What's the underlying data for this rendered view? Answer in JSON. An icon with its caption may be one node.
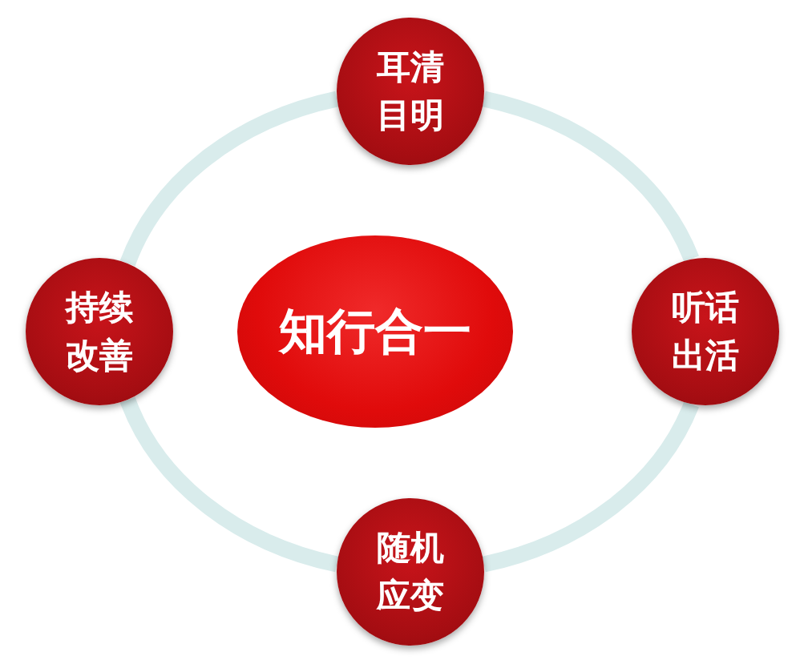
{
  "diagram": {
    "nodes": [
      {
        "text": [
          "知行合一"
        ]
      },
      {
        "text": [
          "耳清目明"
        ]
      },
      {
        "text": [
          "听话出活"
        ]
      },
      {
        "text": [
          "随机应变"
        ]
      },
      {
        "text": [
          "持续改善"
        ]
      }
    ],
    "edges": [
      {
        "from": 1,
        "to": 2,
        "arrow": "none"
      },
      {
        "from": 2,
        "to": 3,
        "arrow": "none"
      },
      {
        "from": 3,
        "to": 4,
        "arrow": "none"
      },
      {
        "from": 4,
        "to": 1,
        "arrow": "none"
      }
    ]
  }
}
